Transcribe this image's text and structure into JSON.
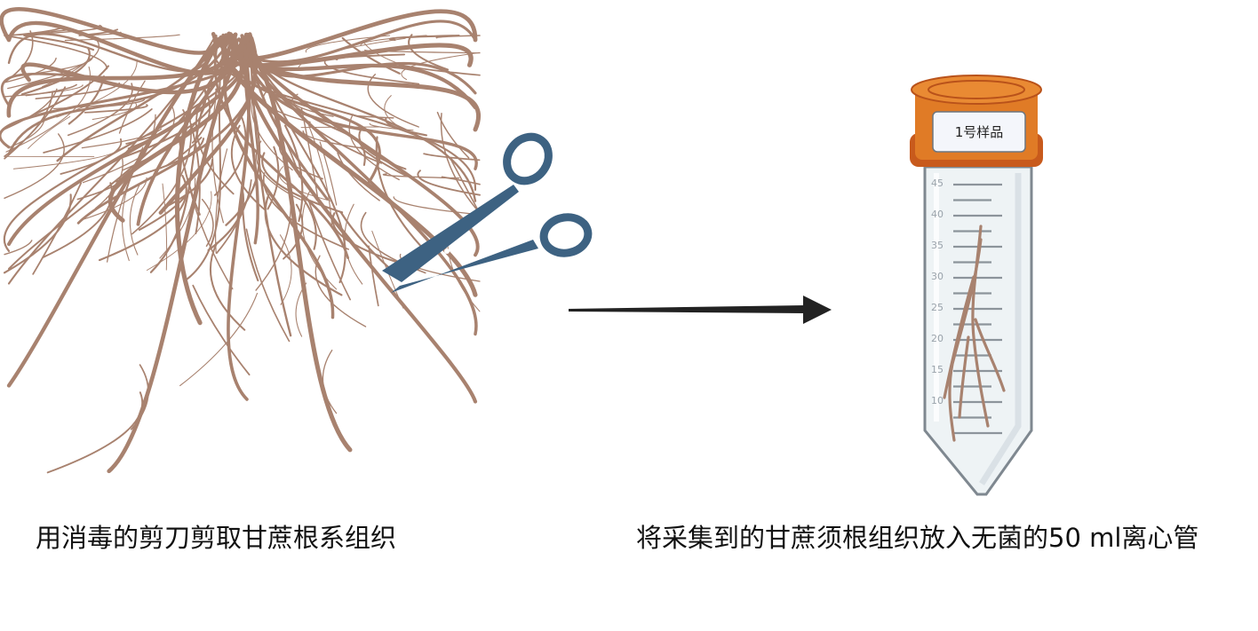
{
  "captions": {
    "left": "用消毒的剪刀剪取甘蔗根系组织",
    "right": "将采集到的甘蔗须根组织放入无菌的50 ml离心管"
  },
  "tube": {
    "cap_label": "1号样品",
    "scale_labels": [
      "45",
      "40",
      "35",
      "30",
      "25",
      "20",
      "15",
      "10"
    ]
  },
  "icons": [
    "root-system-icon",
    "scissors-icon",
    "arrow-icon",
    "centrifuge-tube-icon"
  ],
  "colors": {
    "root": "#a8826f",
    "scissors": "#3d6282",
    "cap": "#e07b26",
    "cap_dark": "#b9521a",
    "arrow": "#222222",
    "tube_outline": "#7f8890"
  }
}
